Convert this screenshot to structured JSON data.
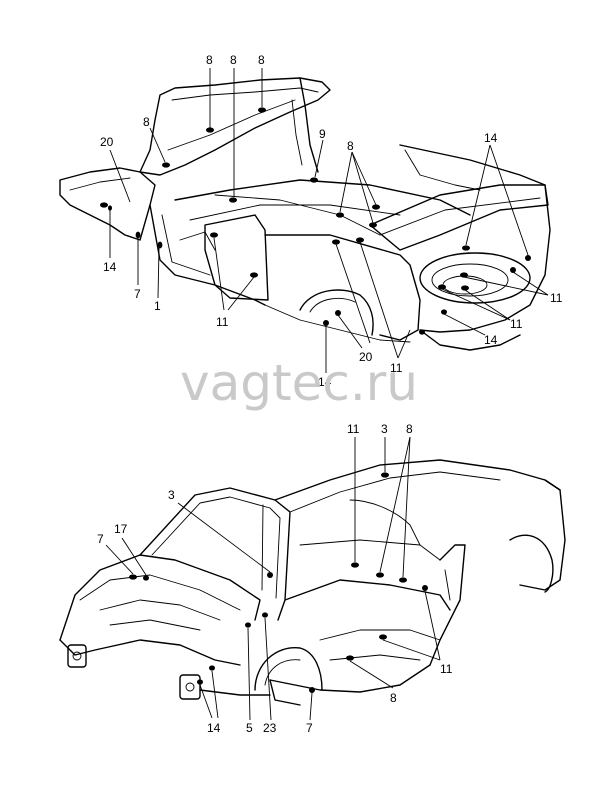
{
  "watermark": "vagtec.ru",
  "top_view": {
    "callouts": [
      {
        "id": "t1",
        "label": "8"
      },
      {
        "id": "t2",
        "label": "8"
      },
      {
        "id": "t3",
        "label": "8"
      },
      {
        "id": "t4",
        "label": "8"
      },
      {
        "id": "t5",
        "label": "20"
      },
      {
        "id": "t6",
        "label": "9"
      },
      {
        "id": "t7",
        "label": "8"
      },
      {
        "id": "t8",
        "label": "14"
      },
      {
        "id": "t9",
        "label": "14"
      },
      {
        "id": "t10",
        "label": "7"
      },
      {
        "id": "t11",
        "label": "1"
      },
      {
        "id": "t12",
        "label": "11"
      },
      {
        "id": "t13",
        "label": "11"
      },
      {
        "id": "t14",
        "label": "11"
      },
      {
        "id": "t15",
        "label": "14"
      },
      {
        "id": "t16",
        "label": "20"
      },
      {
        "id": "t17",
        "label": "14"
      },
      {
        "id": "t18",
        "label": "11"
      }
    ]
  },
  "bottom_view": {
    "callouts": [
      {
        "id": "b1",
        "label": "11"
      },
      {
        "id": "b2",
        "label": "3"
      },
      {
        "id": "b3",
        "label": "8"
      },
      {
        "id": "b4",
        "label": "3"
      },
      {
        "id": "b5",
        "label": "17"
      },
      {
        "id": "b6",
        "label": "7"
      },
      {
        "id": "b7",
        "label": "11"
      },
      {
        "id": "b8",
        "label": "8"
      },
      {
        "id": "b9",
        "label": "14"
      },
      {
        "id": "b10",
        "label": "5"
      },
      {
        "id": "b11",
        "label": "23"
      },
      {
        "id": "b12",
        "label": "7"
      }
    ]
  }
}
